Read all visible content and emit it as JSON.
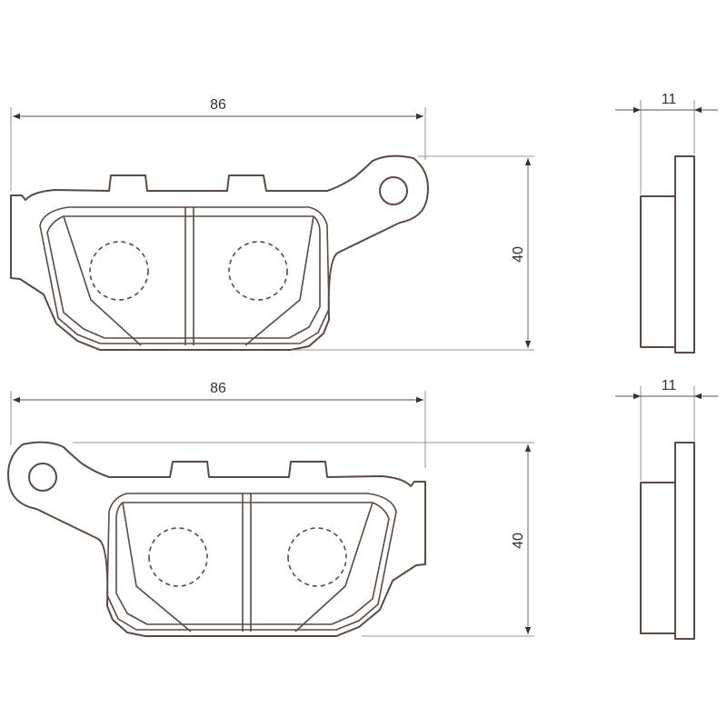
{
  "top_pad": {
    "width_dim": "86",
    "height_dim": "40",
    "thickness_dim": "11"
  },
  "bottom_pad": {
    "width_dim": "86",
    "height_dim": "40",
    "thickness_dim": "11"
  },
  "colors": {
    "outline": "#5a4a43",
    "dimension": "#555555",
    "background": "#ffffff"
  }
}
